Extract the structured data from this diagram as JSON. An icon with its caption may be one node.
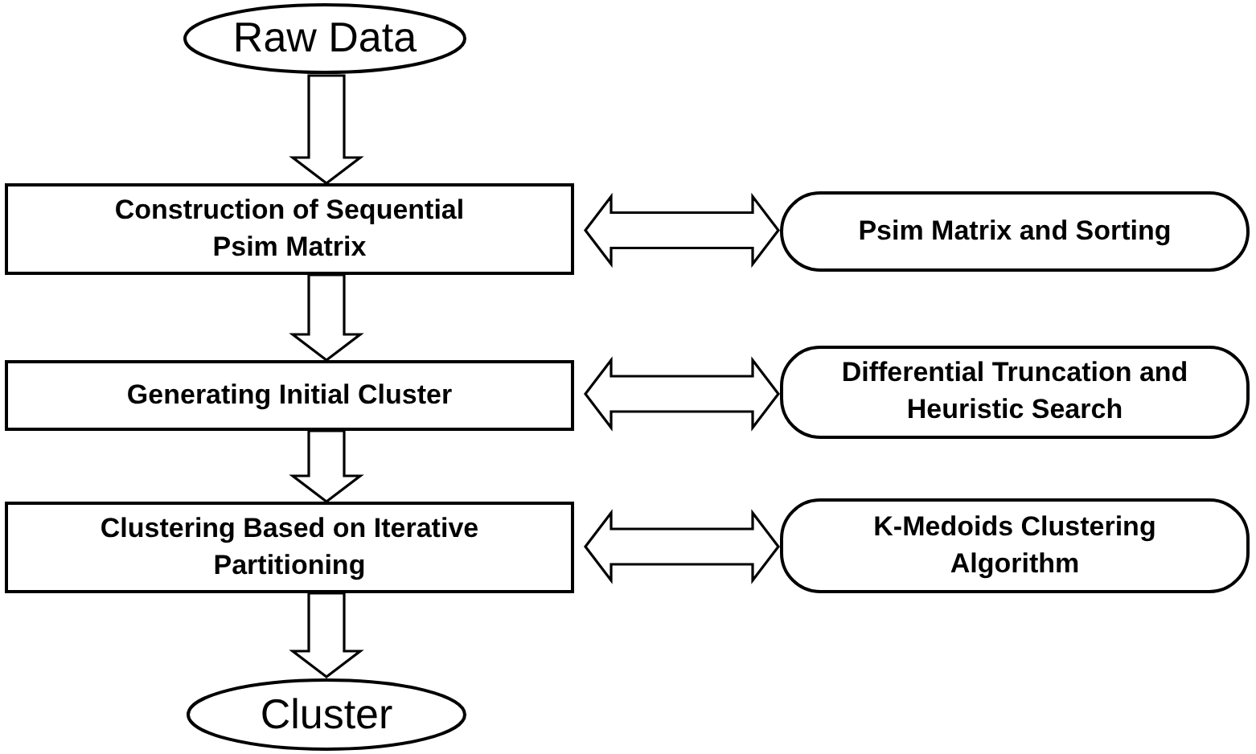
{
  "diagram": {
    "nodes": [
      {
        "text": [
          "Raw Data"
        ]
      },
      {
        "text": [
          "Construction of Sequential Psim Matrix"
        ]
      },
      {
        "text": [
          "Generating Initial Cluster"
        ]
      },
      {
        "text": [
          "Clustering Based on Iterative Partitioning"
        ]
      },
      {
        "text": [
          "Cluster"
        ]
      },
      {
        "text": [
          "Psim Matrix and Sorting"
        ]
      },
      {
        "text": [
          "Differential Truncation and Heuristic Search"
        ]
      },
      {
        "text": [
          "K-Medoids Clustering Algorithm"
        ]
      }
    ],
    "edges": [
      {
        "from": 0,
        "to": 1,
        "arrow": "to"
      },
      {
        "from": 1,
        "to": 2,
        "arrow": "to"
      },
      {
        "from": 2,
        "to": 3,
        "arrow": "to"
      },
      {
        "from": 3,
        "to": 4,
        "arrow": "to"
      },
      {
        "from": 1,
        "to": 5,
        "arrow": "both"
      },
      {
        "from": 2,
        "to": 6,
        "arrow": "both"
      },
      {
        "from": 3,
        "to": 7,
        "arrow": "both"
      }
    ]
  }
}
